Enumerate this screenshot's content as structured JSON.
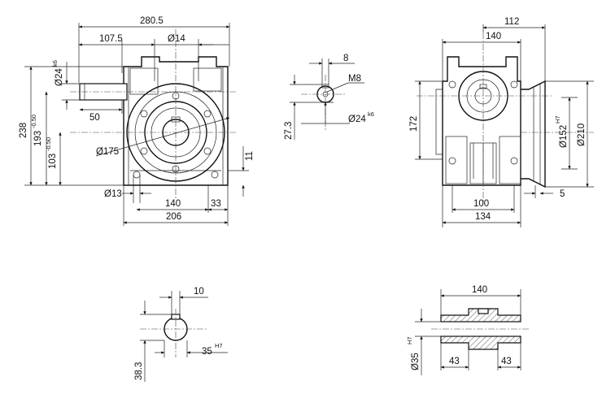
{
  "dims": {
    "d280_5": "280.5",
    "d107_5": "107.5",
    "d14": "Ø14",
    "d24k6": "Ø24",
    "k6": "k6",
    "d50": "50",
    "d238": "238",
    "d193": "193",
    "tol193": "-0.50",
    "d103": "103",
    "tol103": "-0.50",
    "d175": "Ø175",
    "d11": "11",
    "d13": "Ø13",
    "d140a": "140",
    "d33": "33",
    "d206": "206",
    "d8": "8",
    "m8": "M8",
    "d27_3": "27.3",
    "d24k6b": "Ø24",
    "k6b": "k6",
    "d112": "112",
    "d140b": "140",
    "d172": "172",
    "d152": "Ø152",
    "h7a": "H7",
    "d210": "Ø210",
    "d100": "100",
    "d5": "5",
    "d134": "134",
    "d10": "10",
    "d35": "35",
    "h7b": "H7",
    "d38_3": "38.3",
    "d140c": "140",
    "d35b": "Ø35",
    "h7c": "H7",
    "d43a": "43",
    "d43b": "43"
  }
}
